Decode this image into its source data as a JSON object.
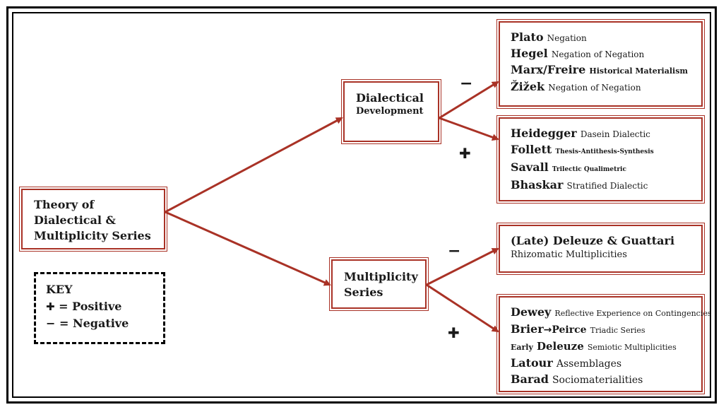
{
  "root": {
    "title_lines": [
      "Theory of",
      "Dialectical &",
      "Multiplicity Series"
    ]
  },
  "dialectical": {
    "title": "Dialectical",
    "subtitle": "Development"
  },
  "multiplicity": {
    "title_lines": [
      "Multiplicity",
      "Series"
    ]
  },
  "signs": {
    "negative": "−",
    "positive": "✚"
  },
  "dialectical_negative": [
    {
      "name": "Plato",
      "desc": "Negation"
    },
    {
      "name": "Hegel",
      "desc": "Negation of Negation"
    },
    {
      "name": "Marx/Freire",
      "desc": "Historical Materialism"
    },
    {
      "name": "Žižek",
      "desc": "Negation of Negation"
    }
  ],
  "dialectical_positive": [
    {
      "name": "Heidegger",
      "desc": "Dasein Dialectic"
    },
    {
      "name": "Follett",
      "desc": "Thesis-Antithesis-Synthesis"
    },
    {
      "name": "Savall",
      "desc": "Trilectic Qualimetric"
    },
    {
      "name": "Bhaskar",
      "desc": "Stratified Dialectic"
    }
  ],
  "multiplicity_negative": {
    "title": "(Late) Deleuze & Guattari",
    "desc": "Rhizomatic Multiplicities"
  },
  "multiplicity_positive": {
    "dewey": {
      "name": "Dewey",
      "desc": "Reflective Experience on Contingencies"
    },
    "brier": {
      "name_a": "Brier",
      "arrow": "→",
      "name_b": "Peirce",
      "desc": "Triadic Series"
    },
    "deleuze": {
      "prefix": "Early",
      "name": "Deleuze",
      "desc": "Semiotic Multiplicities"
    },
    "latour": {
      "name": "Latour",
      "desc": "Assemblages"
    },
    "barad": {
      "name": "Barad",
      "desc": "Sociomaterialities"
    }
  },
  "key": {
    "title": "KEY",
    "positive_symbol": "✚",
    "positive_label": "= Positive",
    "negative_symbol": "−",
    "negative_label": "= Negative"
  },
  "colors": {
    "accent": "#a93226",
    "frame": "#000000"
  }
}
